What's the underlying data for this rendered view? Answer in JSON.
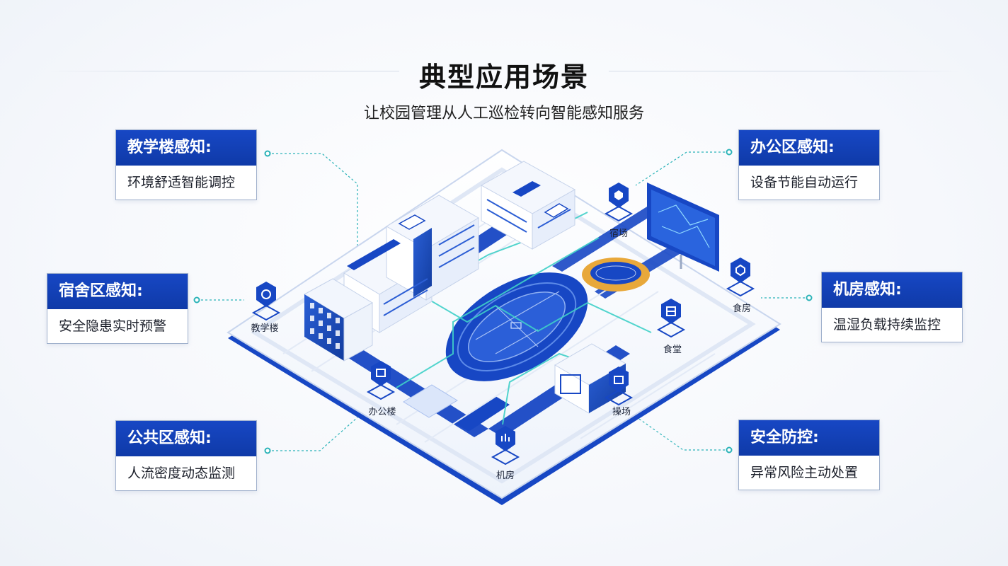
{
  "header": {
    "title": "典型应用场景",
    "subtitle": "让校园管理从人工巡检转向智能感知服务"
  },
  "cards": [
    {
      "id": "teaching",
      "title": "教学楼感知:",
      "desc": "环境舒适智能调控"
    },
    {
      "id": "dorm",
      "title": "宿舍区感知:",
      "desc": "安全隐患实时预警"
    },
    {
      "id": "public",
      "title": "公共区感知:",
      "desc": "人流密度动态监测"
    },
    {
      "id": "office",
      "title": "办公区感知:",
      "desc": "设备节能自动运行"
    },
    {
      "id": "server",
      "title": "机房感知:",
      "desc": "温湿负载持续监控"
    },
    {
      "id": "security",
      "title": "安全防控:",
      "desc": "异常风险主动处置"
    }
  ],
  "map_labels": {
    "teaching_building": "教学楼",
    "office_building": "办公楼",
    "server_room": "机房",
    "playground": "操场",
    "canteen": "食堂",
    "dining_room": "食房",
    "dorm_field": "宿场"
  },
  "colors": {
    "primary": "#1747c4",
    "dark_blue": "#0f3aa8",
    "teal": "#18a8b0",
    "track_gold": "#e8a83a"
  }
}
